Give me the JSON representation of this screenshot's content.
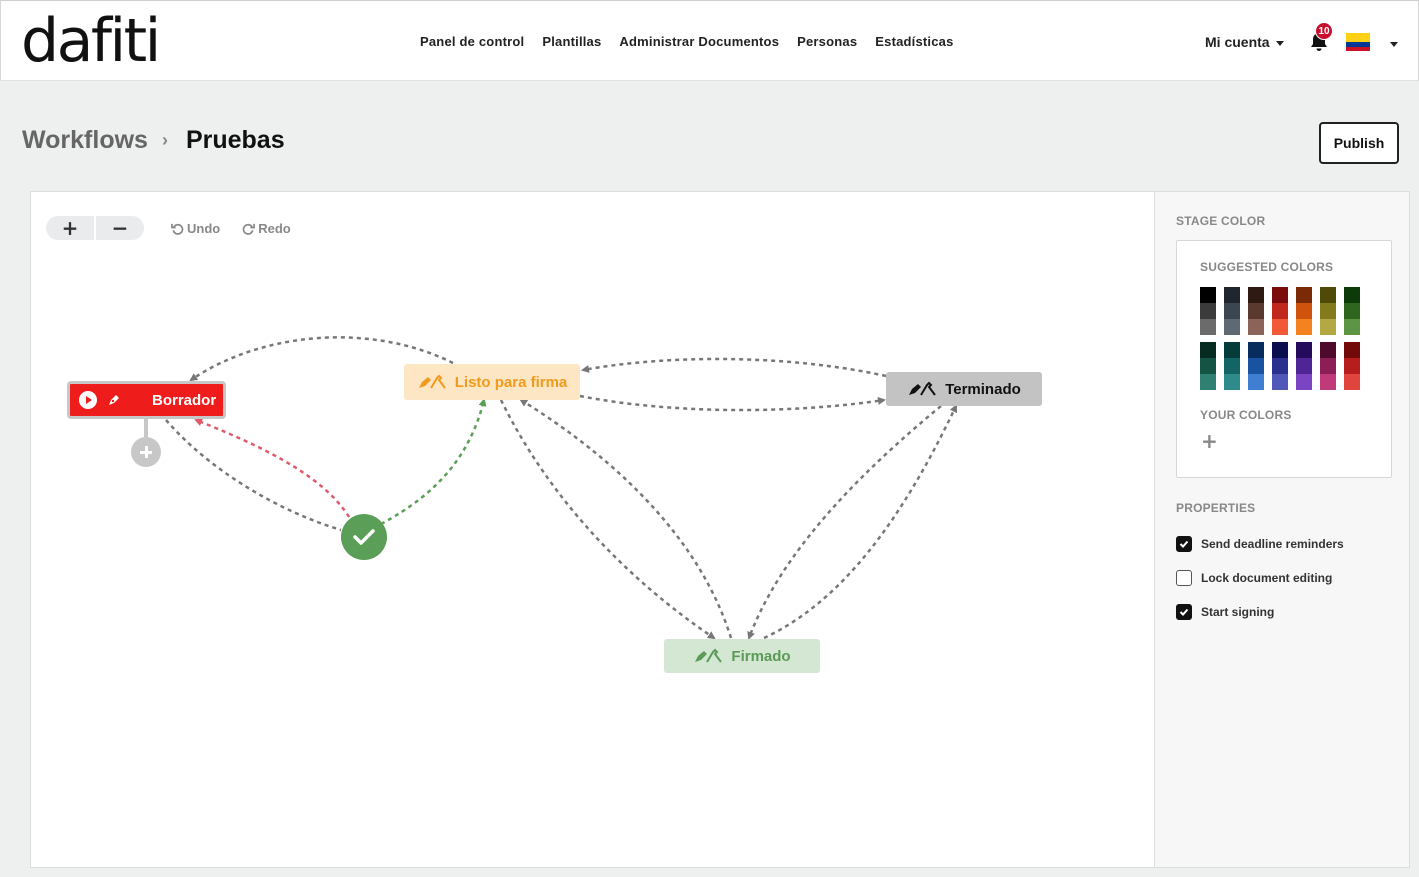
{
  "header": {
    "logo": "dafiti",
    "nav": [
      "Panel de control",
      "Plantillas",
      "Administrar Documentos",
      "Personas",
      "Estadísticas"
    ],
    "account_label": "Mi cuenta",
    "notification_count": "10",
    "flag_colors": [
      "#fcd116",
      "#003893",
      "#ce1126"
    ]
  },
  "breadcrumb": {
    "parent": "Workflows",
    "separator": "›",
    "current": "Pruebas"
  },
  "actions": {
    "publish_label": "Publish"
  },
  "toolbar": {
    "zoom_in": "+",
    "zoom_out": "−",
    "undo_label": "Undo",
    "redo_label": "Redo"
  },
  "workflow": {
    "stages": [
      {
        "id": "borrador",
        "label": "Borrador",
        "color": "#ef1c1c"
      },
      {
        "id": "listo",
        "label": "Listo para firma",
        "color": "#f29a1c"
      },
      {
        "id": "terminado",
        "label": "Terminado",
        "color": "#c3c3c3"
      },
      {
        "id": "firmado",
        "label": "Firmado",
        "color": "#5b9a57"
      }
    ]
  },
  "panel": {
    "stage_color_title": "STAGE COLOR",
    "suggested_title": "SUGGESTED COLORS",
    "suggested_row1": [
      [
        "#000000",
        "#3b3b3b",
        "#6b6b6b"
      ],
      [
        "#1f262d",
        "#3a4650",
        "#5d6a74"
      ],
      [
        "#2f1a13",
        "#5a3a2f",
        "#8c6358"
      ],
      [
        "#7a0b0b",
        "#c1271c",
        "#f25a37"
      ],
      [
        "#7a2a05",
        "#d0530d",
        "#f4821f"
      ],
      [
        "#4f4a08",
        "#837a1d",
        "#b3a843"
      ],
      [
        "#0c3a09",
        "#2e6620",
        "#5c9645"
      ]
    ],
    "suggested_row2": [
      [
        "#082b21",
        "#135444",
        "#2f8070"
      ],
      [
        "#063b3b",
        "#136464",
        "#2f8a8a"
      ],
      [
        "#062d5d",
        "#1852a0",
        "#3f7ed1"
      ],
      [
        "#0b0e4d",
        "#2b2f8d",
        "#5157b8"
      ],
      [
        "#250b5c",
        "#4f2496",
        "#7a44c2"
      ],
      [
        "#4d0a2b",
        "#8c1d55",
        "#c03a79"
      ],
      [
        "#730a0a",
        "#b81d1d",
        "#e0443d"
      ]
    ],
    "your_colors_title": "YOUR COLORS",
    "add_color": "+",
    "properties_title": "PROPERTIES",
    "properties": [
      {
        "label": "Send deadline reminders",
        "checked": true
      },
      {
        "label": "Lock document editing",
        "checked": false
      },
      {
        "label": "Start signing",
        "checked": true
      }
    ]
  }
}
